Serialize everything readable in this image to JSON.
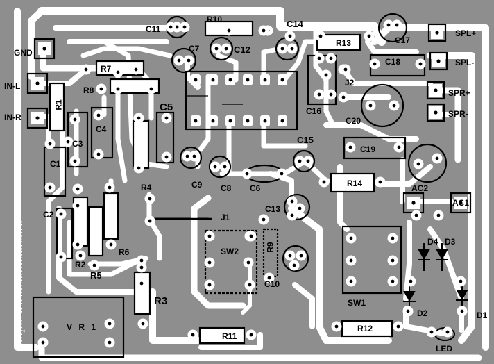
{
  "watermark": "http://www.emil.matei.ro",
  "pads": {
    "gnd": "GND",
    "in_l": "IN-L",
    "in_r": "IN-R",
    "spl_plus": "SPL+",
    "spl_minus": "SPL-",
    "spr_plus": "SPR+",
    "spr_minus": "SPR-",
    "ac1": "AC1",
    "ac2": "AC2",
    "led": "LED"
  },
  "resistors": {
    "r1": "R1",
    "r2": "R2",
    "r3": "R3",
    "r4": "R4",
    "r5": "R5",
    "r6": "R6",
    "r7": "R7",
    "r8": "R8",
    "r9": "R9",
    "r10": "R10",
    "r11": "R11",
    "r12": "R12",
    "r13": "R13",
    "r14": "R14"
  },
  "capacitors": {
    "c1": "C1",
    "c2": "C2",
    "c3": "C3",
    "c4": "C4",
    "c5": "C5",
    "c6": "C6",
    "c7": "C7",
    "c8": "C8",
    "c9": "C9",
    "c10": "C10",
    "c11": "C11",
    "c12": "C12",
    "c13": "C13",
    "c14": "C14",
    "c15": "C15",
    "c16": "C16",
    "c17": "C17",
    "c18": "C18",
    "c19": "C19",
    "c20": "C20"
  },
  "diodes": {
    "d1": "D1",
    "d2": "D2",
    "d3": "D3",
    "d4": "D4"
  },
  "switches": {
    "sw1": "SW1",
    "sw2": "SW2"
  },
  "misc": {
    "j1": "J1",
    "j2": "J2",
    "vr1": "V R 1"
  },
  "colors": {
    "board": "#8e8e8e",
    "copper": "#ffffff",
    "component": "#000000",
    "pad_hole": "#000000"
  }
}
